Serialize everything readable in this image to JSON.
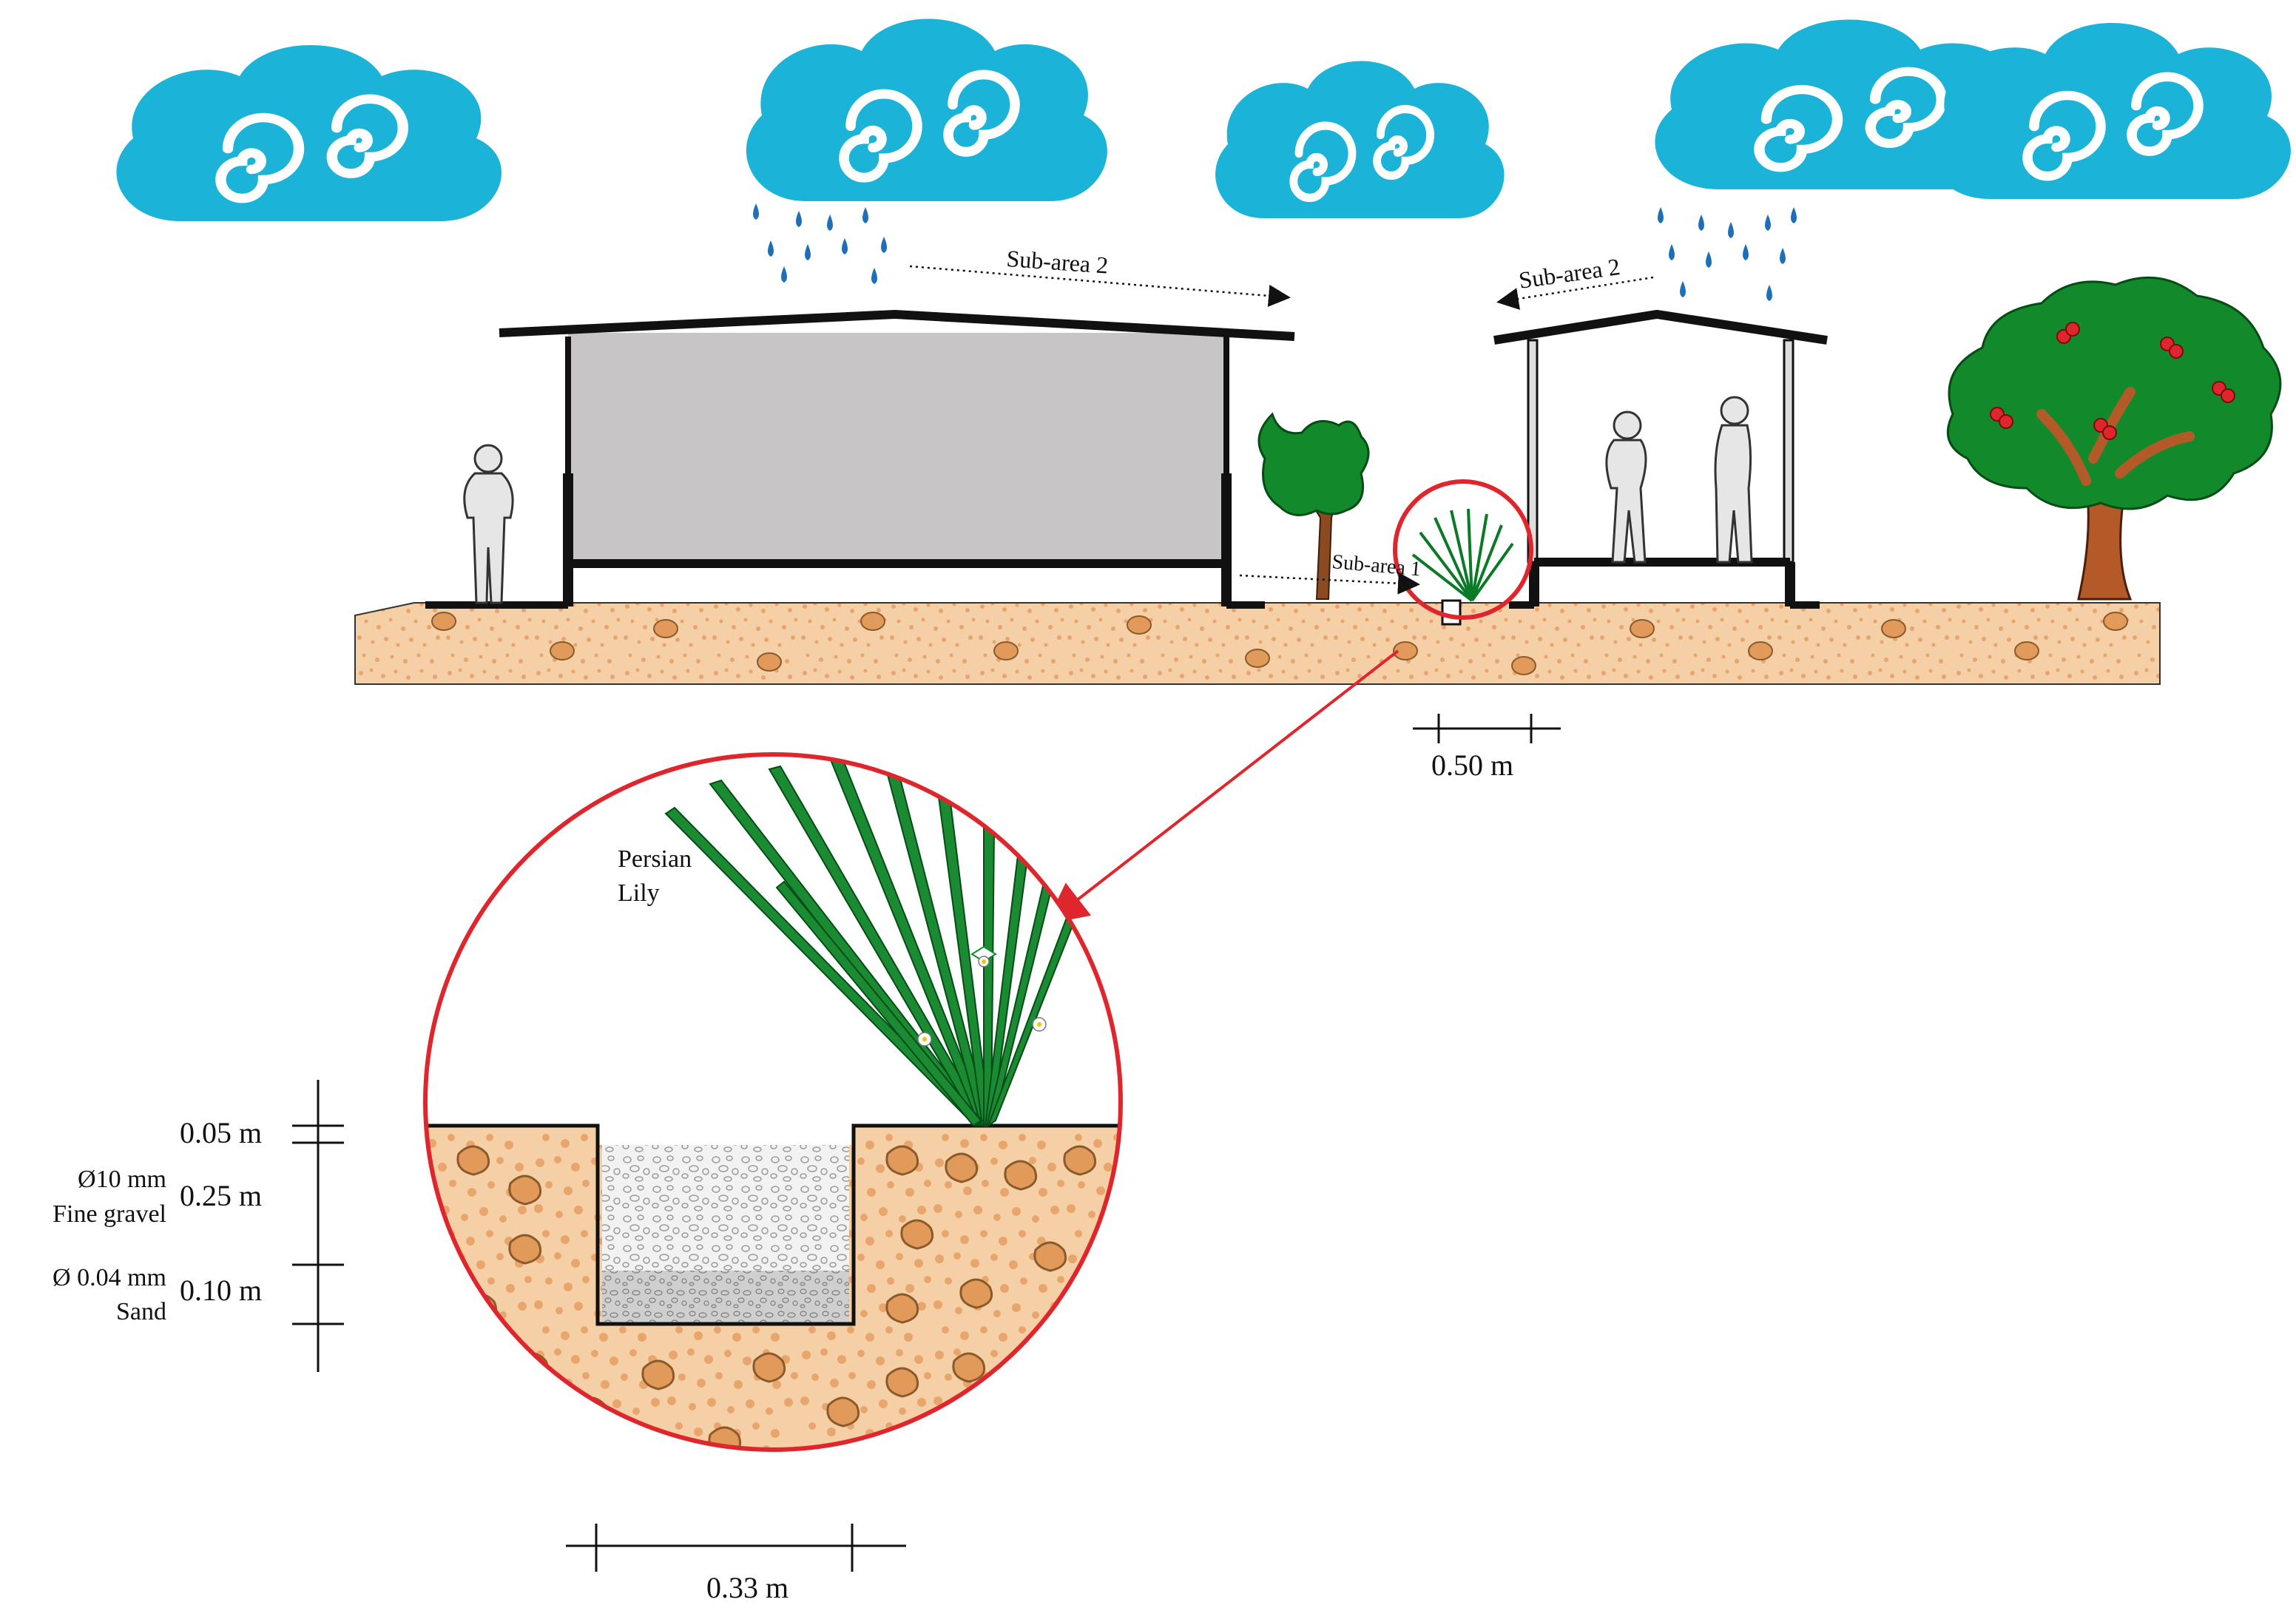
{
  "labels": {
    "sub_area_2_left": "Sub-area 2",
    "sub_area_2_right": "Sub-area 2",
    "sub_area_1": "Sub-area 1",
    "scale_top": "0.50 m",
    "plant_line1": "Persian",
    "plant_line2": "Lily",
    "depth_top": "0.05 m",
    "depth_gravel": "0.25 m",
    "gravel_size": "Ø10 mm",
    "gravel_name": "Fine gravel",
    "depth_sand": "0.10 m",
    "sand_size": "Ø 0.04 mm",
    "sand_name": "Sand",
    "width_trench": "0.33 m"
  },
  "colors": {
    "cloud": "#1bb4d8",
    "rain": "#1f6fb8",
    "soil": "#f3c9a0",
    "pebble": "#d9914f",
    "building_fill": "#c8c5c6",
    "structure": "#111111",
    "leaf_green": "#128a2c",
    "trunk": "#8b4a22",
    "fruit": "#e0262d",
    "callout": "#e0262d",
    "gravel": "#e9e9e9",
    "sand": "#c9c9c9",
    "person": "#e6e6e6"
  },
  "icons": [
    "cloud-icon",
    "raindrop-icon",
    "person-icon",
    "tree-icon",
    "fruit-tree-icon",
    "persian-lily-icon",
    "magnifier-callout"
  ]
}
